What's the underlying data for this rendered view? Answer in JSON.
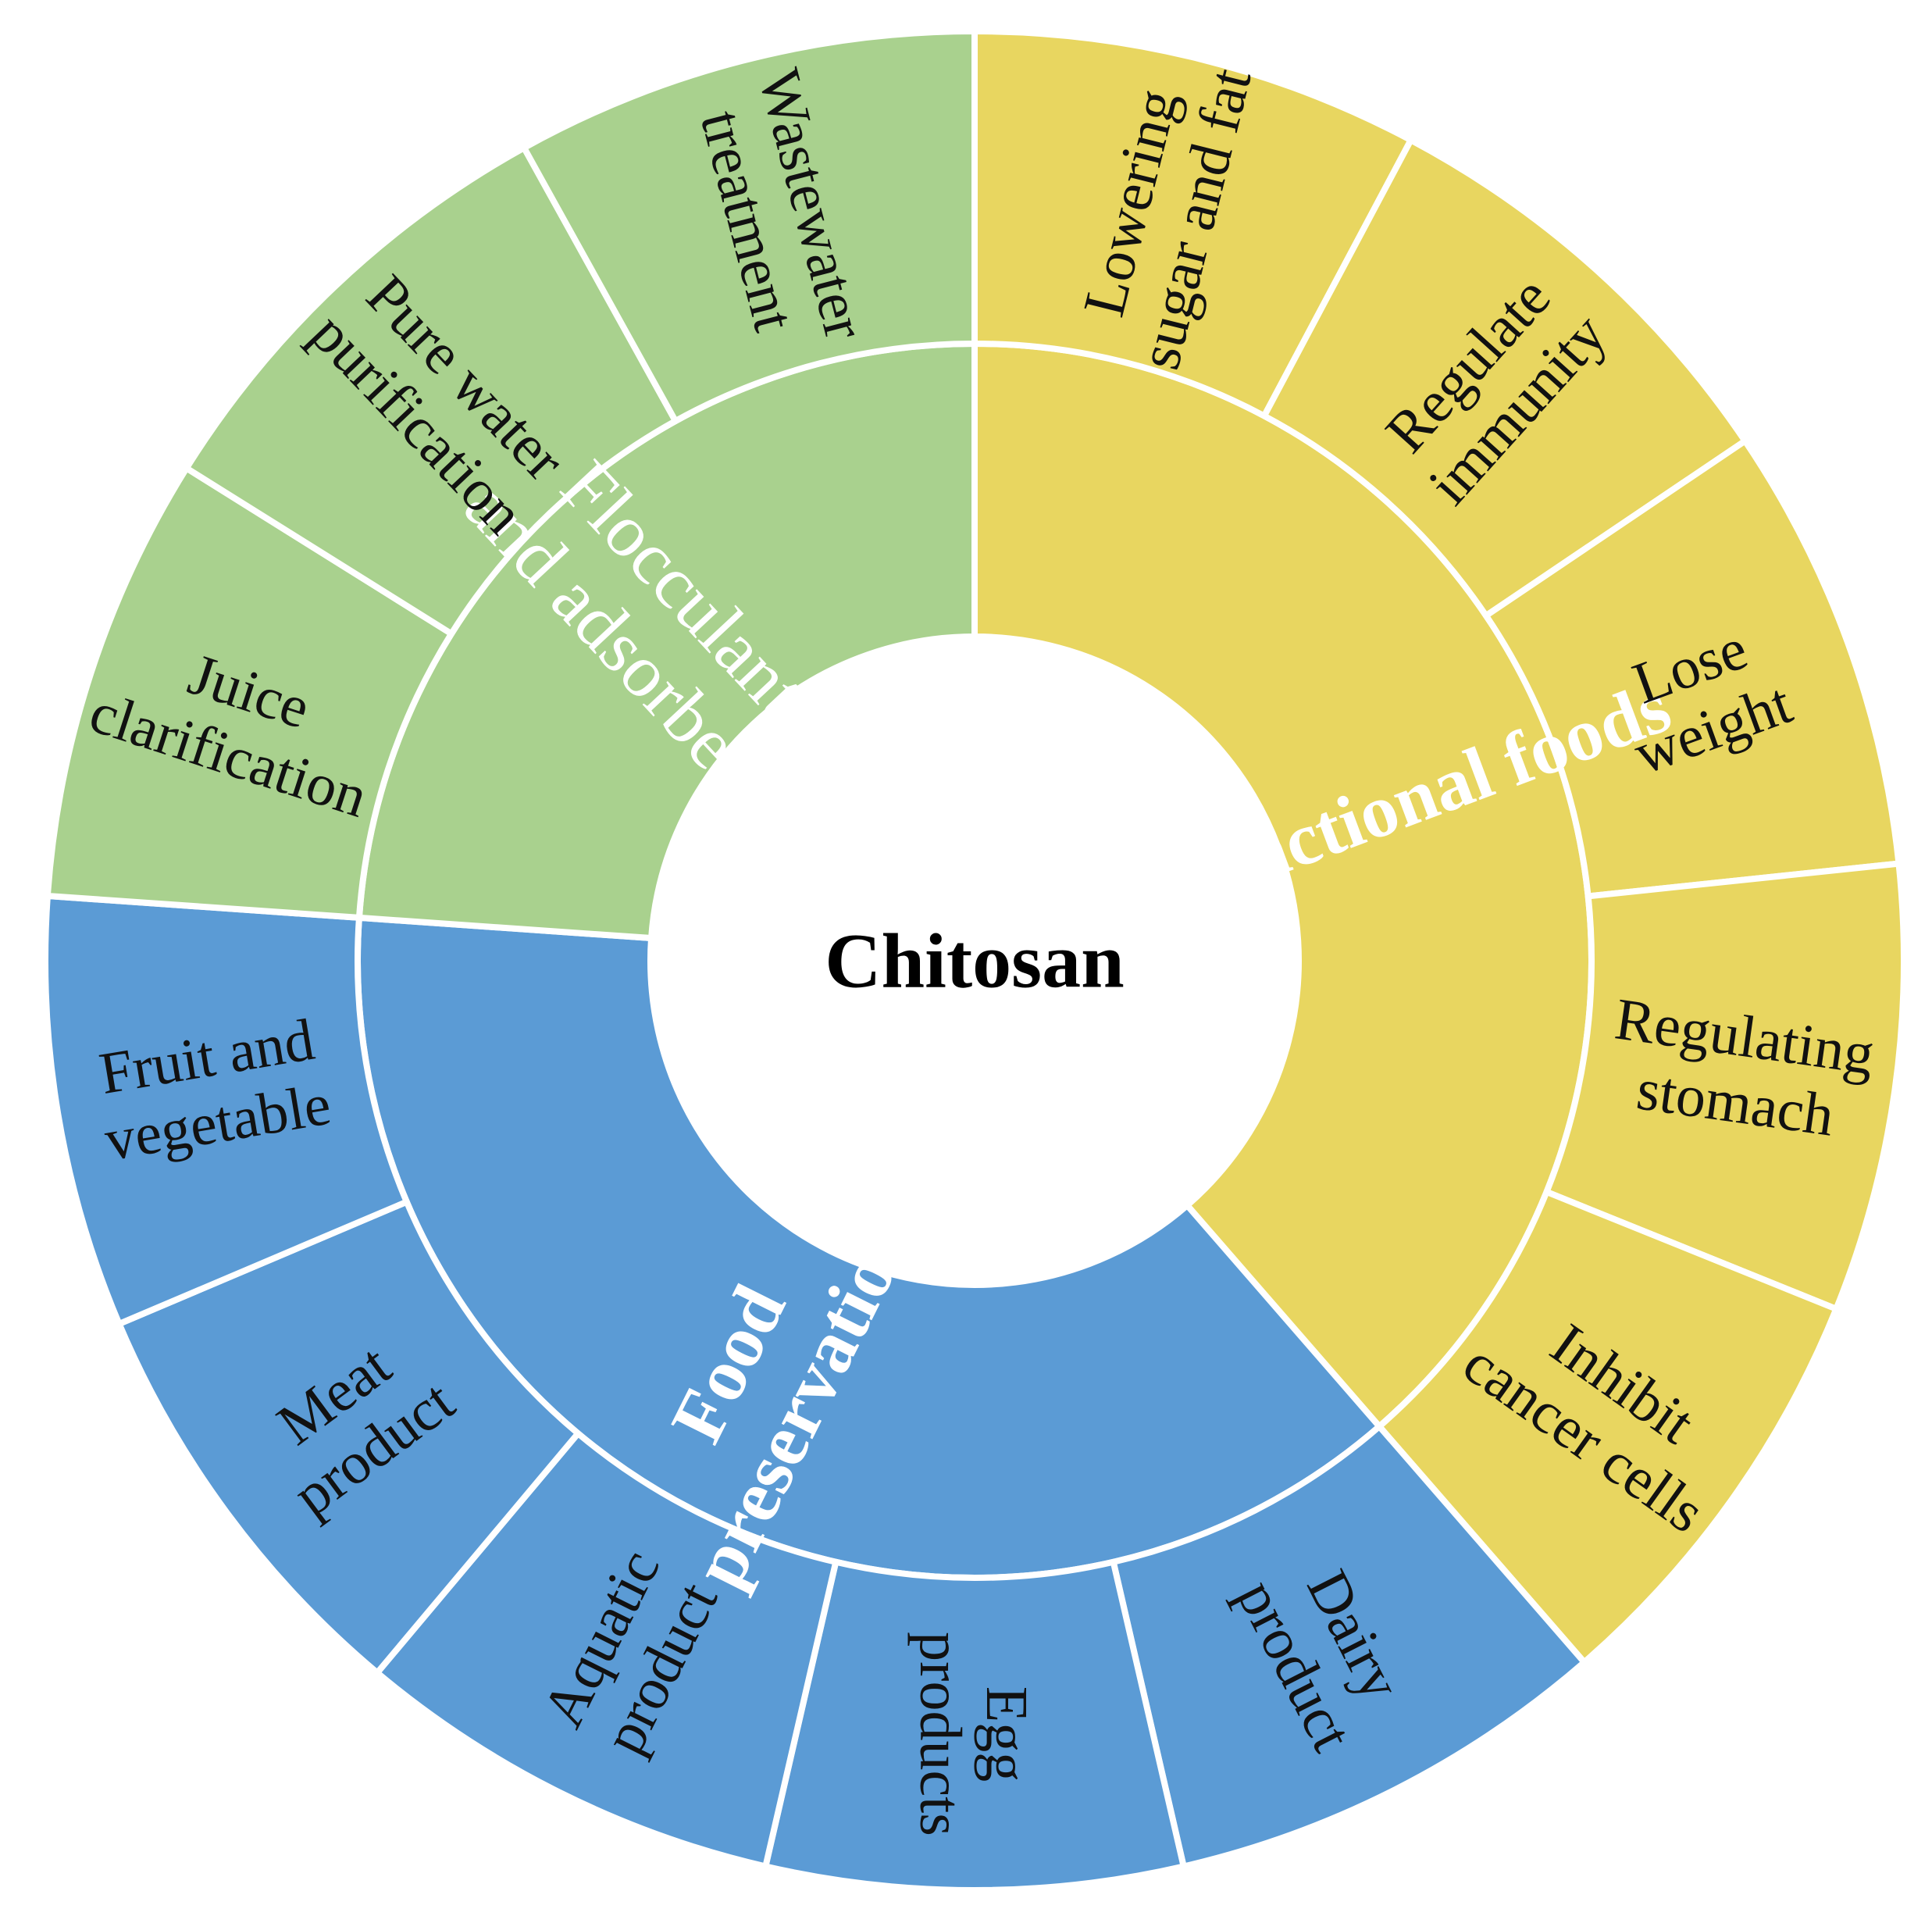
{
  "center": {
    "label": "Chitosan"
  },
  "colors": {
    "green": "#a9d18e",
    "yellow": "#e8d660",
    "blue": "#5b9bd5",
    "divider": "#ffffff"
  },
  "categories": [
    {
      "id": "functional-foods",
      "lines": [
        "Functional foods"
      ],
      "color": "#e8d660",
      "bold": true,
      "items": [
        {
          "id": "lowering-sugar-and-fat",
          "lines": [
            "Lowering",
            "sugar and fat"
          ]
        },
        {
          "id": "regulate-immunity",
          "lines": [
            "Regulate",
            "immunity"
          ]
        },
        {
          "id": "lose-weight",
          "lines": [
            "Lose",
            "weight"
          ]
        },
        {
          "id": "regulating-stomach",
          "lines": [
            "Regulating",
            "stomach"
          ]
        },
        {
          "id": "inhibit-cancer-cells",
          "lines": [
            "Inhibit",
            "cancer cells"
          ]
        }
      ]
    },
    {
      "id": "food-preservation",
      "lines": [
        "Food",
        "preservation"
      ],
      "color": "#5b9bd5",
      "bold": true,
      "items": [
        {
          "id": "dairy-product",
          "lines": [
            "Dairy",
            "product"
          ]
        },
        {
          "id": "egg-products",
          "lines": [
            "Egg",
            "products"
          ]
        },
        {
          "id": "aquatic-product",
          "lines": [
            "Aquatic",
            "product"
          ]
        },
        {
          "id": "meat-product",
          "lines": [
            "Meat",
            "product"
          ]
        },
        {
          "id": "fruit-and-vegetable",
          "lines": [
            "Fruit and",
            "vegetable"
          ]
        }
      ]
    },
    {
      "id": "flocculant-and-adsorbent",
      "lines": [
        "Flocculant",
        "and adsorbent"
      ],
      "color": "#a9d18e",
      "bold": false,
      "items": [
        {
          "id": "juice-clarification",
          "lines": [
            "Juice",
            "clarification"
          ]
        },
        {
          "id": "pure-water-purification",
          "lines": [
            "Pure water",
            "purification"
          ]
        },
        {
          "id": "wastewater-treatment",
          "lines": [
            "Wastewater",
            "treatment"
          ]
        }
      ]
    }
  ]
}
